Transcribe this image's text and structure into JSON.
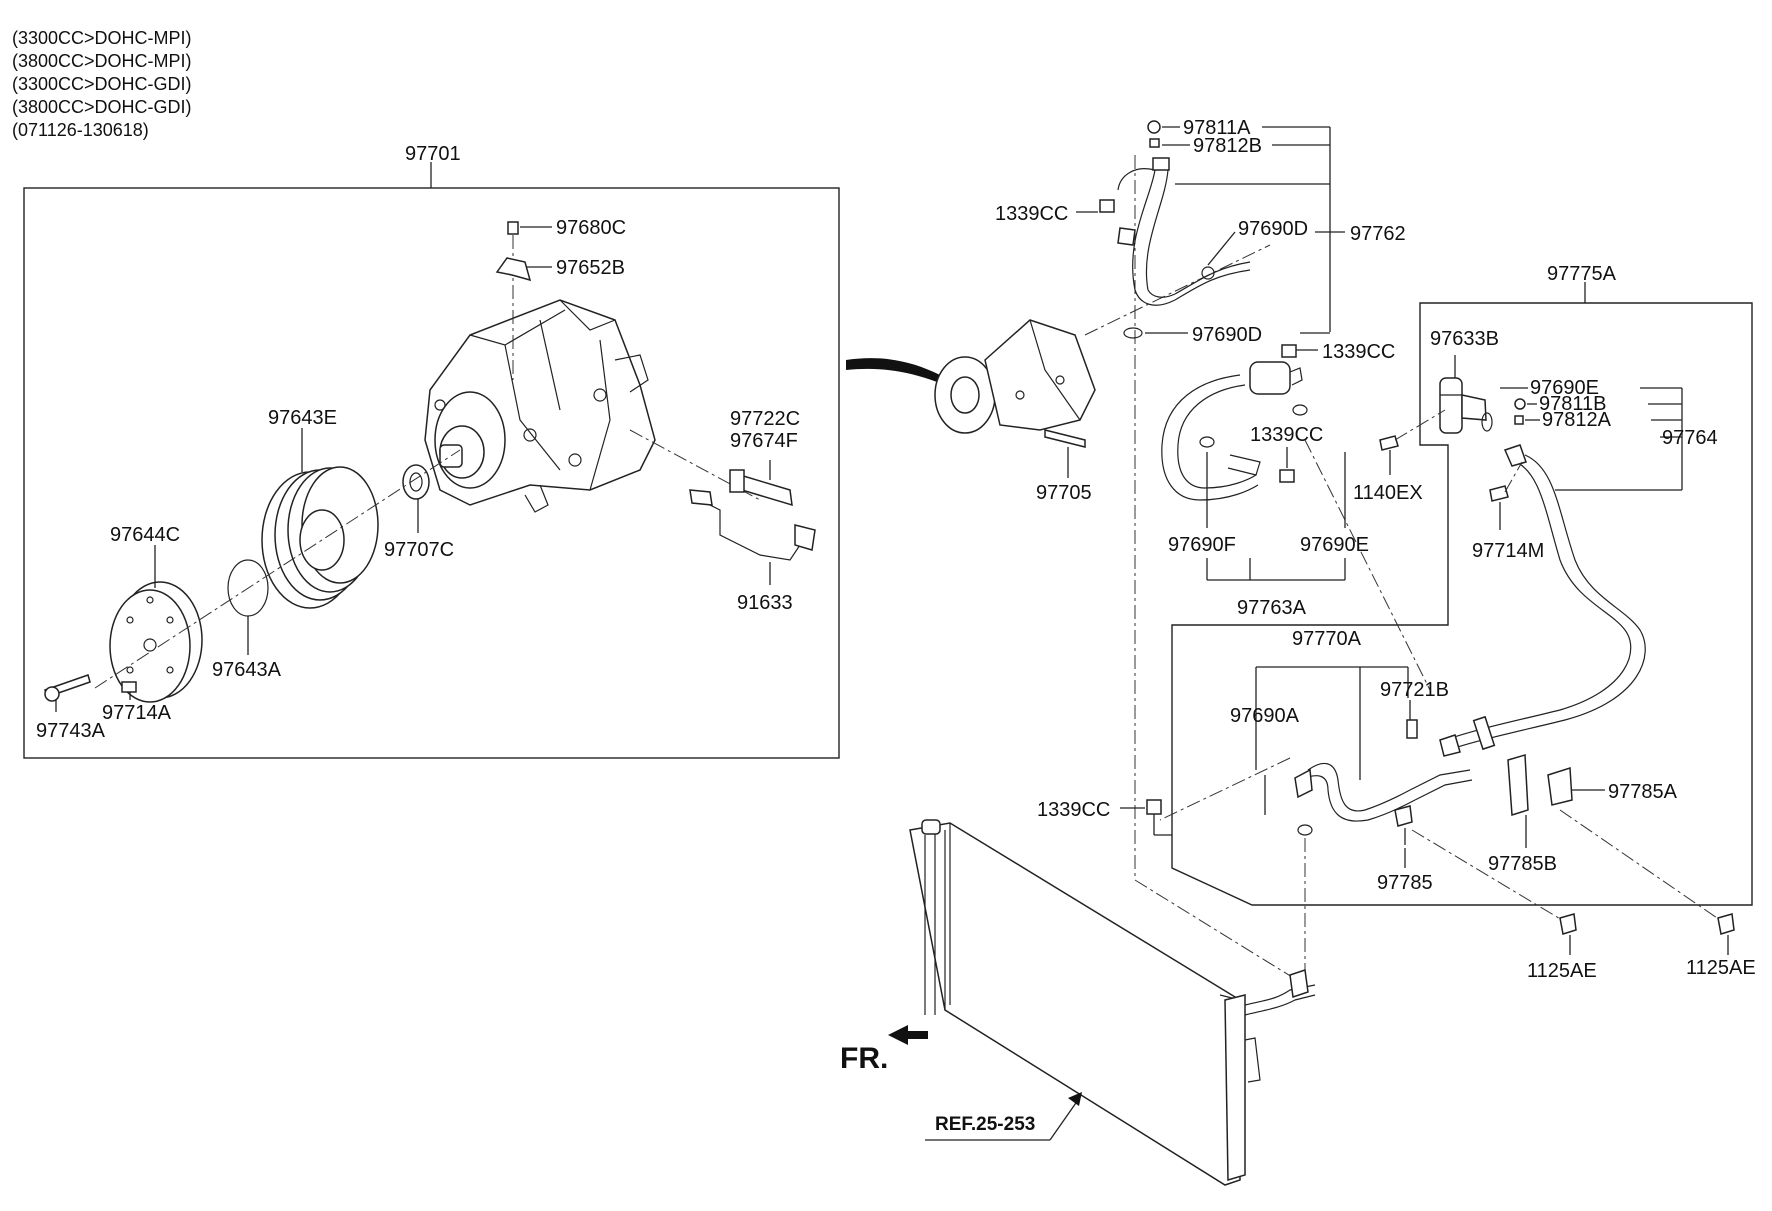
{
  "header_lines": [
    "(3300CC>DOHC-MPI)",
    "(3800CC>DOHC-MPI)",
    "(3300CC>DOHC-GDI)",
    "(3800CC>DOHC-GDI)",
    "(071126-130618)"
  ],
  "labels": {
    "p97701": "97701",
    "p97680C": "97680C",
    "p97652B": "97652B",
    "p97643E": "97643E",
    "p97722C": "97722C",
    "p97674F": "97674F",
    "p97644C": "97644C",
    "p97707C": "97707C",
    "p91633": "91633",
    "p97643A": "97643A",
    "p97714A": "97714A",
    "p97743A": "97743A",
    "p97811A": "97811A",
    "p97812B": "97812B",
    "p1339CC_a": "1339CC",
    "p97690D_a": "97690D",
    "p97762": "97762",
    "p97775A": "97775A",
    "p97690D_b": "97690D",
    "p1339CC_b": "1339CC",
    "p97633B": "97633B",
    "p97690E_a": "97690E",
    "p97811B": "97811B",
    "p97812A": "97812A",
    "p97764": "97764",
    "p1339CC_c": "1339CC",
    "p1140EX": "1140EX",
    "p97705": "97705",
    "p97714M": "97714M",
    "p97690F": "97690F",
    "p97690E_b": "97690E",
    "p97763A": "97763A",
    "p97770A": "97770A",
    "p97721B": "97721B",
    "p97690A": "97690A",
    "p1339CC_d": "1339CC",
    "p97785A": "97785A",
    "p97785B": "97785B",
    "p97785": "97785",
    "p1125AE_a": "1125AE",
    "p1125AE_b": "1125AE",
    "fr": "FR.",
    "ref": "REF.25-253"
  }
}
